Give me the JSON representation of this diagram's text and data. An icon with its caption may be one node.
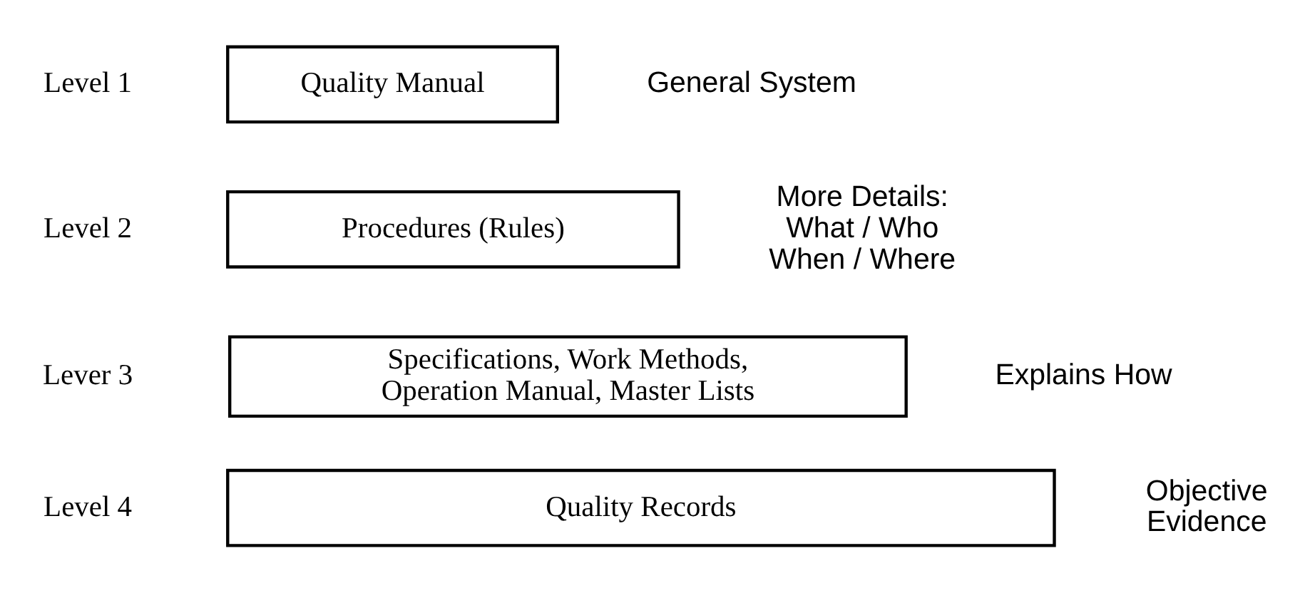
{
  "diagram": {
    "nodes": [
      {
        "text": [
          "Quality Manual"
        ],
        "beside": [
          "Level 1",
          "General System"
        ]
      },
      {
        "text": [
          "Procedures (Rules)"
        ],
        "beside": [
          "Level 2",
          "More Details: What / Who When / Where"
        ]
      },
      {
        "text": [
          "Specifications, Work Methods, Operation Manual, Master Lists"
        ],
        "beside": [
          "Lever 3",
          "Explains How"
        ]
      },
      {
        "text": [
          "Quality Records"
        ],
        "beside": [
          "Level 4",
          "Objective Evidence"
        ]
      }
    ]
  }
}
